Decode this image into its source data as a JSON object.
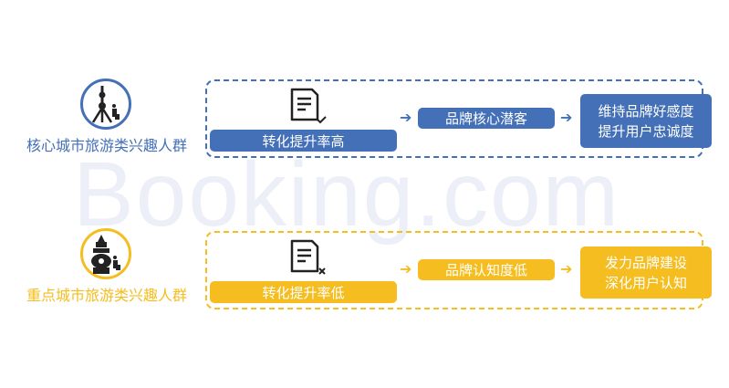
{
  "watermark": "Booking.com",
  "colors": {
    "blue": "#4470b8",
    "yellow": "#f5bd1f"
  },
  "rows": [
    {
      "label": "核心城市旅游类兴趣人群",
      "icon": "oriental-pearl-tower-icon",
      "doc_icon": "document-check-icon",
      "conversion": "转化提升率高",
      "status": "品牌核心潜客",
      "strategy": [
        "维持品牌好感度",
        "提升用户忠诚度"
      ]
    },
    {
      "label": "重点城市旅游类兴趣人群",
      "icon": "pagoda-icon",
      "doc_icon": "document-x-icon",
      "conversion": "转化提升率低",
      "status": "品牌认知度低",
      "strategy": [
        "发力品牌建设",
        "深化用户认知"
      ]
    }
  ]
}
